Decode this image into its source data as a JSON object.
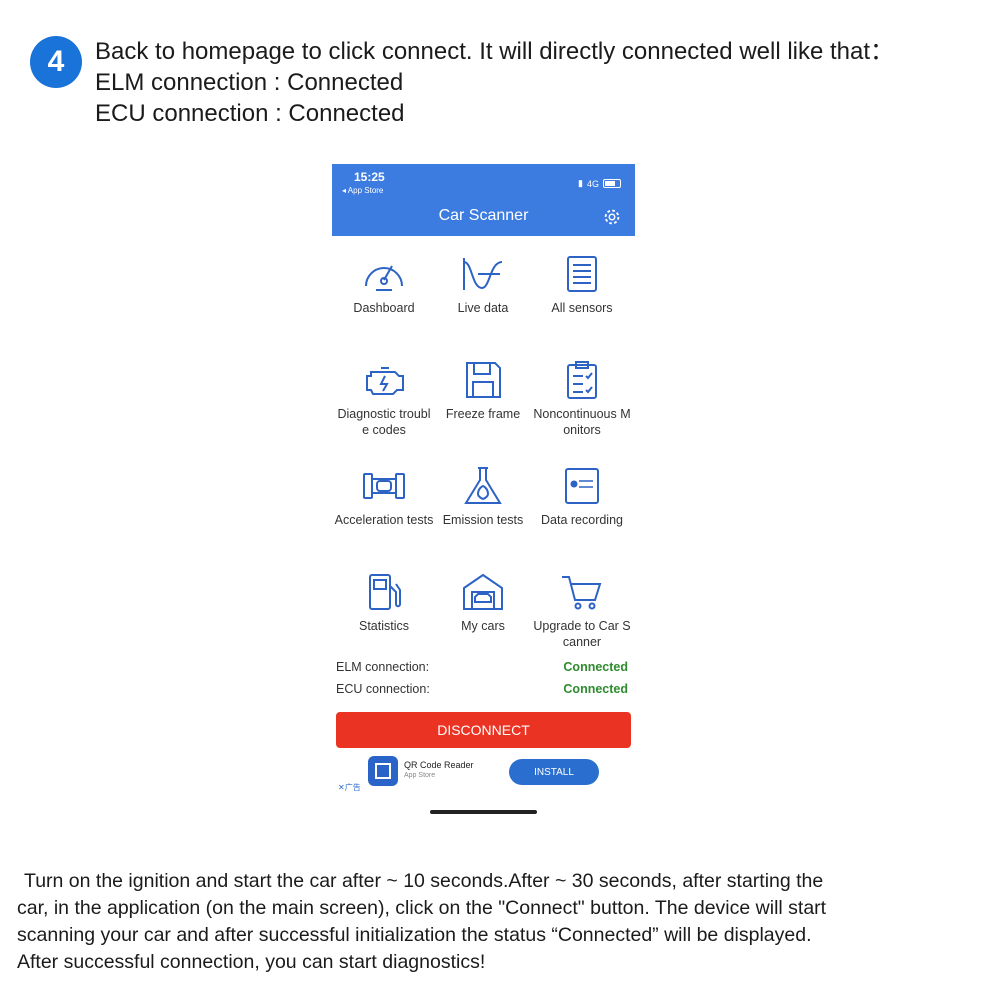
{
  "step": {
    "number": "4"
  },
  "intro": {
    "line1": "Back to homepage to click connect.  It will directly connected well like that：",
    "line2": "ELM connection : Connected",
    "line3": "ECU connection : Connected"
  },
  "phone": {
    "status": {
      "time": "15:25",
      "back": "◂ App Store",
      "network": "4G"
    },
    "title": "Car Scanner",
    "tiles": [
      {
        "label": "Dashboard",
        "icon": "speedometer-icon"
      },
      {
        "label": "Live data",
        "icon": "waveform-icon"
      },
      {
        "label": "All sensors",
        "icon": "list-icon"
      },
      {
        "label": "Diagnostic trouble codes",
        "icon": "engine-icon"
      },
      {
        "label": "Freeze frame",
        "icon": "floppy-disk-icon"
      },
      {
        "label": "Noncontinuous Monitors",
        "icon": "clipboard-check-icon"
      },
      {
        "label": "Acceleration tests",
        "icon": "race-car-icon"
      },
      {
        "label": "Emission tests",
        "icon": "flask-icon"
      },
      {
        "label": "Data recording",
        "icon": "record-icon"
      },
      {
        "label": "Statistics",
        "icon": "fuel-pump-icon"
      },
      {
        "label": "My cars",
        "icon": "garage-icon"
      },
      {
        "label": "Upgrade to Car Scanner",
        "icon": "cart-icon"
      }
    ],
    "elm": {
      "label": "ELM connection:",
      "value": "Connected"
    },
    "ecu": {
      "label": "ECU connection:",
      "value": "Connected"
    },
    "disconnect_label": "DISCONNECT",
    "ad": {
      "close": "✕广告",
      "name": "QR Code Reader",
      "store": "App Store",
      "install_label": "INSTALL"
    }
  },
  "outro": {
    "line1": "Turn on the ignition and start the car after ~ 10 seconds.After ~ 30 seconds, after starting the",
    "line2": "car, in the application (on the main screen), click on the \"Connect\" button. The device will start",
    "line3": "scanning your car and after successful initialization the status “Connected” will be displayed.",
    "line4": "After successful connection, you can start diagnostics!"
  },
  "colors": {
    "accent": "#3c7be0",
    "badge": "#1a73d9",
    "connected": "#2e8b2e",
    "disconnect": "#ea3323"
  }
}
